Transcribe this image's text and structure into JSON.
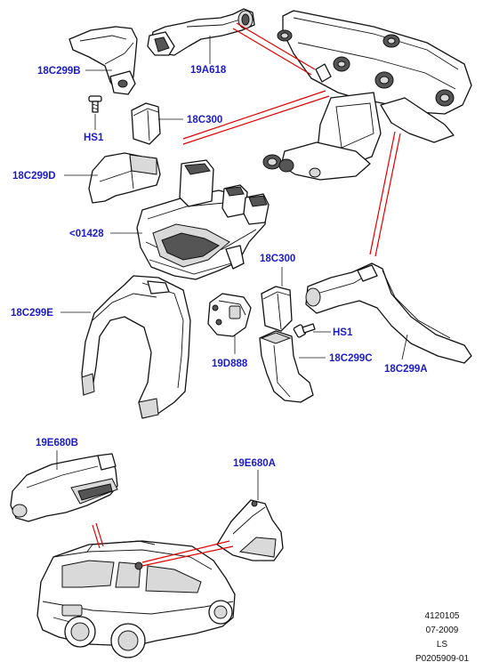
{
  "labels": {
    "p_19a618": "19A618",
    "p_18c299b": "18C299B",
    "p_hs1_top": "HS1",
    "p_18c300_top": "18C300",
    "p_18c299d": "18C299D",
    "p_01428": "<01428",
    "p_18c299e": "18C299E",
    "p_18c300_right": "18C300",
    "p_hs1_right": "HS1",
    "p_19d888": "19D888",
    "p_18c299c": "18C299C",
    "p_18c299a": "18C299A",
    "p_19e680b": "19E680B",
    "p_19e680a": "19E680A"
  },
  "footer": {
    "code": "4120105",
    "date": "07-2009",
    "region": "LS",
    "ref": "P0205909-01"
  },
  "colors": {
    "label": "#1b1bc8",
    "leader_red": "#e00000",
    "line": "#111111"
  }
}
